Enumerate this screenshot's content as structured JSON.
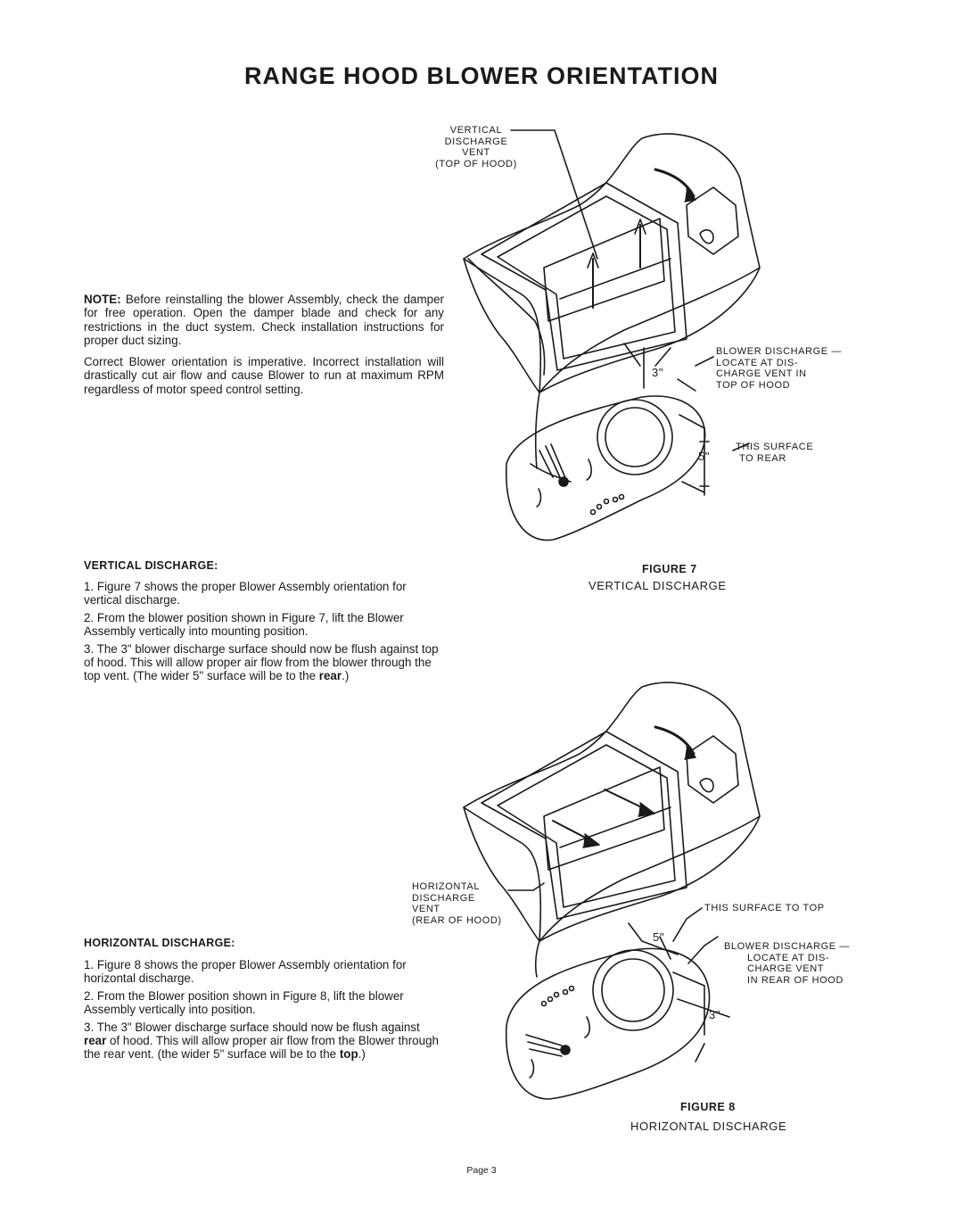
{
  "title": "RANGE HOOD BLOWER ORIENTATION",
  "note": {
    "label": "NOTE:",
    "text": " Before reinstalling the blower Assembly, check the damper for free operation. Open the damper blade and check for any restrictions in the duct system. Check installation instructions for proper duct sizing."
  },
  "orientation_text": "Correct Blower orientation is imperative. Incorrect installation will drastically cut air flow and cause Blower to run at maximum RPM regardless of motor speed control setting.",
  "vertical": {
    "heading": "VERTICAL DISCHARGE:",
    "steps": [
      "1.  Figure 7 shows the proper Blower Assembly orientation for vertical discharge.",
      "2.  From the blower position shown in Figure 7, lift the Blower Assembly vertically into mounting position.",
      "3.  The 3\" blower discharge surface should now be flush against top of hood. This will allow proper air flow from the blower through the top vent. (The wider 5\" surface will be to the "
    ],
    "step3_bold": "rear",
    "step3_end": ".)"
  },
  "horizontal": {
    "heading": "HORIZONTAL DISCHARGE:",
    "steps": [
      "1.  Figure 8 shows the proper Blower Assembly orientation for horizontal discharge.",
      "2.  From the Blower position shown in Figure 8, lift the blower Assembly vertically into position.",
      "3.  The 3\" Blower discharge surface should now be flush against "
    ],
    "step3_bold": "rear",
    "step3_mid": " of hood. This will allow proper air flow from the Blower through the rear vent. (the wider 5\" surface will be to the ",
    "step3_bold2": "top",
    "step3_end": ".)"
  },
  "figure7": {
    "vent_label": [
      "VERTICAL",
      "DISCHARGE",
      "VENT",
      "(TOP OF HOOD)"
    ],
    "blower_label": [
      "BLOWER DISCHARGE —",
      "LOCATE AT DIS-",
      "CHARGE VENT IN",
      "TOP OF HOOD"
    ],
    "dim_3": "3\"",
    "dim_5": "5\"",
    "surface_label": [
      "THIS SURFACE",
      "TO REAR"
    ],
    "title": "FIGURE 7",
    "caption": "VERTICAL DISCHARGE"
  },
  "figure8": {
    "vent_label": [
      "HORIZONTAL",
      "DISCHARGE",
      "VENT",
      "(REAR OF HOOD)"
    ],
    "surface_label": "THIS SURFACE TO TOP",
    "dim_5": "5\"",
    "dim_3": "3\"",
    "blower_label": [
      "BLOWER DISCHARGE —",
      "LOCATE AT DIS-",
      "CHARGE VENT",
      "IN REAR OF HOOD"
    ],
    "title": "FIGURE 8",
    "caption": "HORIZONTAL DISCHARGE"
  },
  "page_number": "Page 3"
}
